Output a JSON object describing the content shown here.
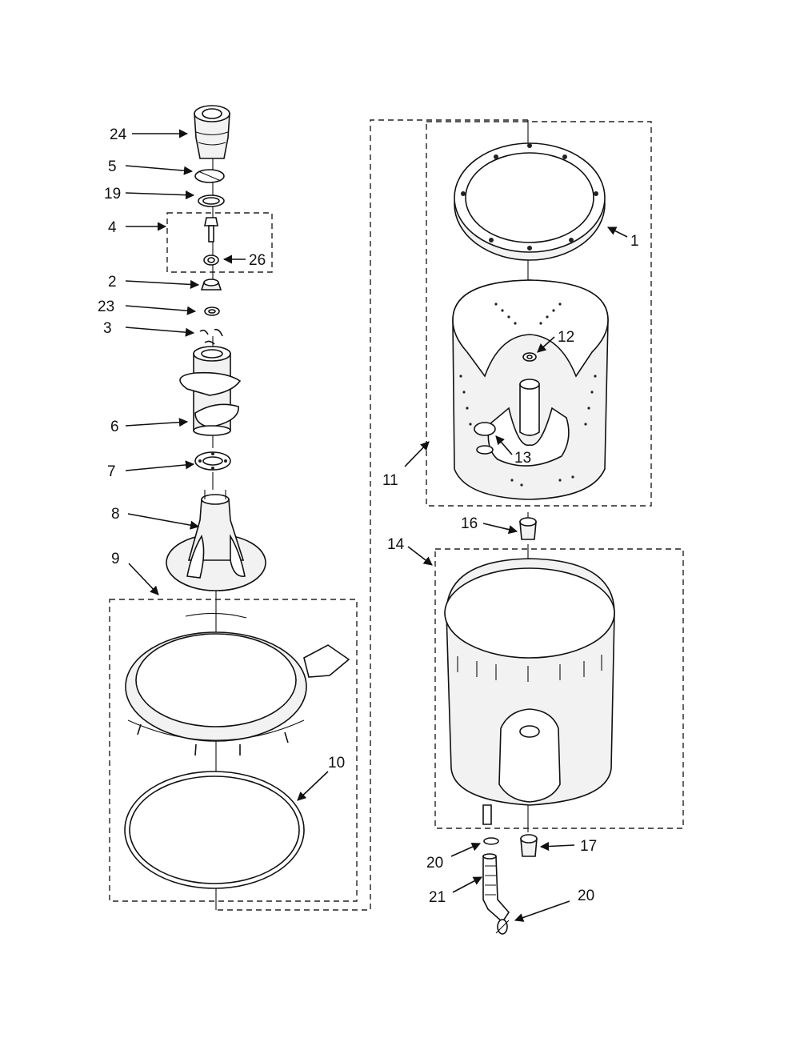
{
  "diagram": {
    "callouts": [
      {
        "id": "24",
        "text": "24"
      },
      {
        "id": "5",
        "text": "5"
      },
      {
        "id": "19",
        "text": "19"
      },
      {
        "id": "4",
        "text": "4"
      },
      {
        "id": "26",
        "text": "26"
      },
      {
        "id": "2",
        "text": "2"
      },
      {
        "id": "23",
        "text": "23"
      },
      {
        "id": "3",
        "text": "3"
      },
      {
        "id": "6",
        "text": "6"
      },
      {
        "id": "7",
        "text": "7"
      },
      {
        "id": "8",
        "text": "8"
      },
      {
        "id": "9",
        "text": "9"
      },
      {
        "id": "10",
        "text": "10"
      },
      {
        "id": "1",
        "text": "1"
      },
      {
        "id": "12",
        "text": "12"
      },
      {
        "id": "13",
        "text": "13"
      },
      {
        "id": "11",
        "text": "11"
      },
      {
        "id": "16",
        "text": "16"
      },
      {
        "id": "14",
        "text": "14"
      },
      {
        "id": "17",
        "text": "17"
      },
      {
        "id": "20a",
        "text": "20"
      },
      {
        "id": "21",
        "text": "21"
      },
      {
        "id": "20b",
        "text": "20"
      }
    ]
  }
}
